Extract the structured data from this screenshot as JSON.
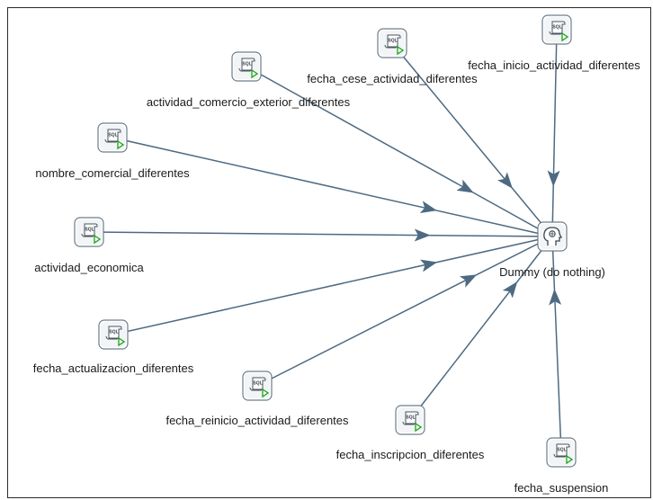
{
  "diagram": {
    "title": "",
    "colors": {
      "edge": "#4d6a82",
      "icon_border": "#6d7d8b",
      "icon_bg": "#f2f4f6",
      "play": "#1aa31a"
    },
    "target": {
      "id": "dummy",
      "label": "Dummy (do nothing)",
      "icon": "dummy-brain-icon"
    },
    "steps": [
      {
        "id": "fecha_cese",
        "label": "fecha_cese_actividad_diferentes",
        "icon": "sql-script-icon"
      },
      {
        "id": "fecha_inicio",
        "label": "fecha_inicio_actividad_diferentes",
        "icon": "sql-script-icon"
      },
      {
        "id": "actividad_comercio",
        "label": "actividad_comercio_exterior_diferentes",
        "icon": "sql-script-icon"
      },
      {
        "id": "nombre_comercial",
        "label": "nombre_comercial_diferentes",
        "icon": "sql-script-icon"
      },
      {
        "id": "actividad_economica",
        "label": "actividad_economica",
        "icon": "sql-script-icon"
      },
      {
        "id": "fecha_actualizacion",
        "label": "fecha_actualizacion_diferentes",
        "icon": "sql-script-icon"
      },
      {
        "id": "fecha_reinicio",
        "label": "fecha_reinicio_actividad_diferentes",
        "icon": "sql-script-icon"
      },
      {
        "id": "fecha_inscripcion",
        "label": "fecha_inscripcion_diferentes",
        "icon": "sql-script-icon"
      },
      {
        "id": "fecha_suspension",
        "label": "fecha_suspension",
        "icon": "sql-script-icon"
      }
    ]
  }
}
